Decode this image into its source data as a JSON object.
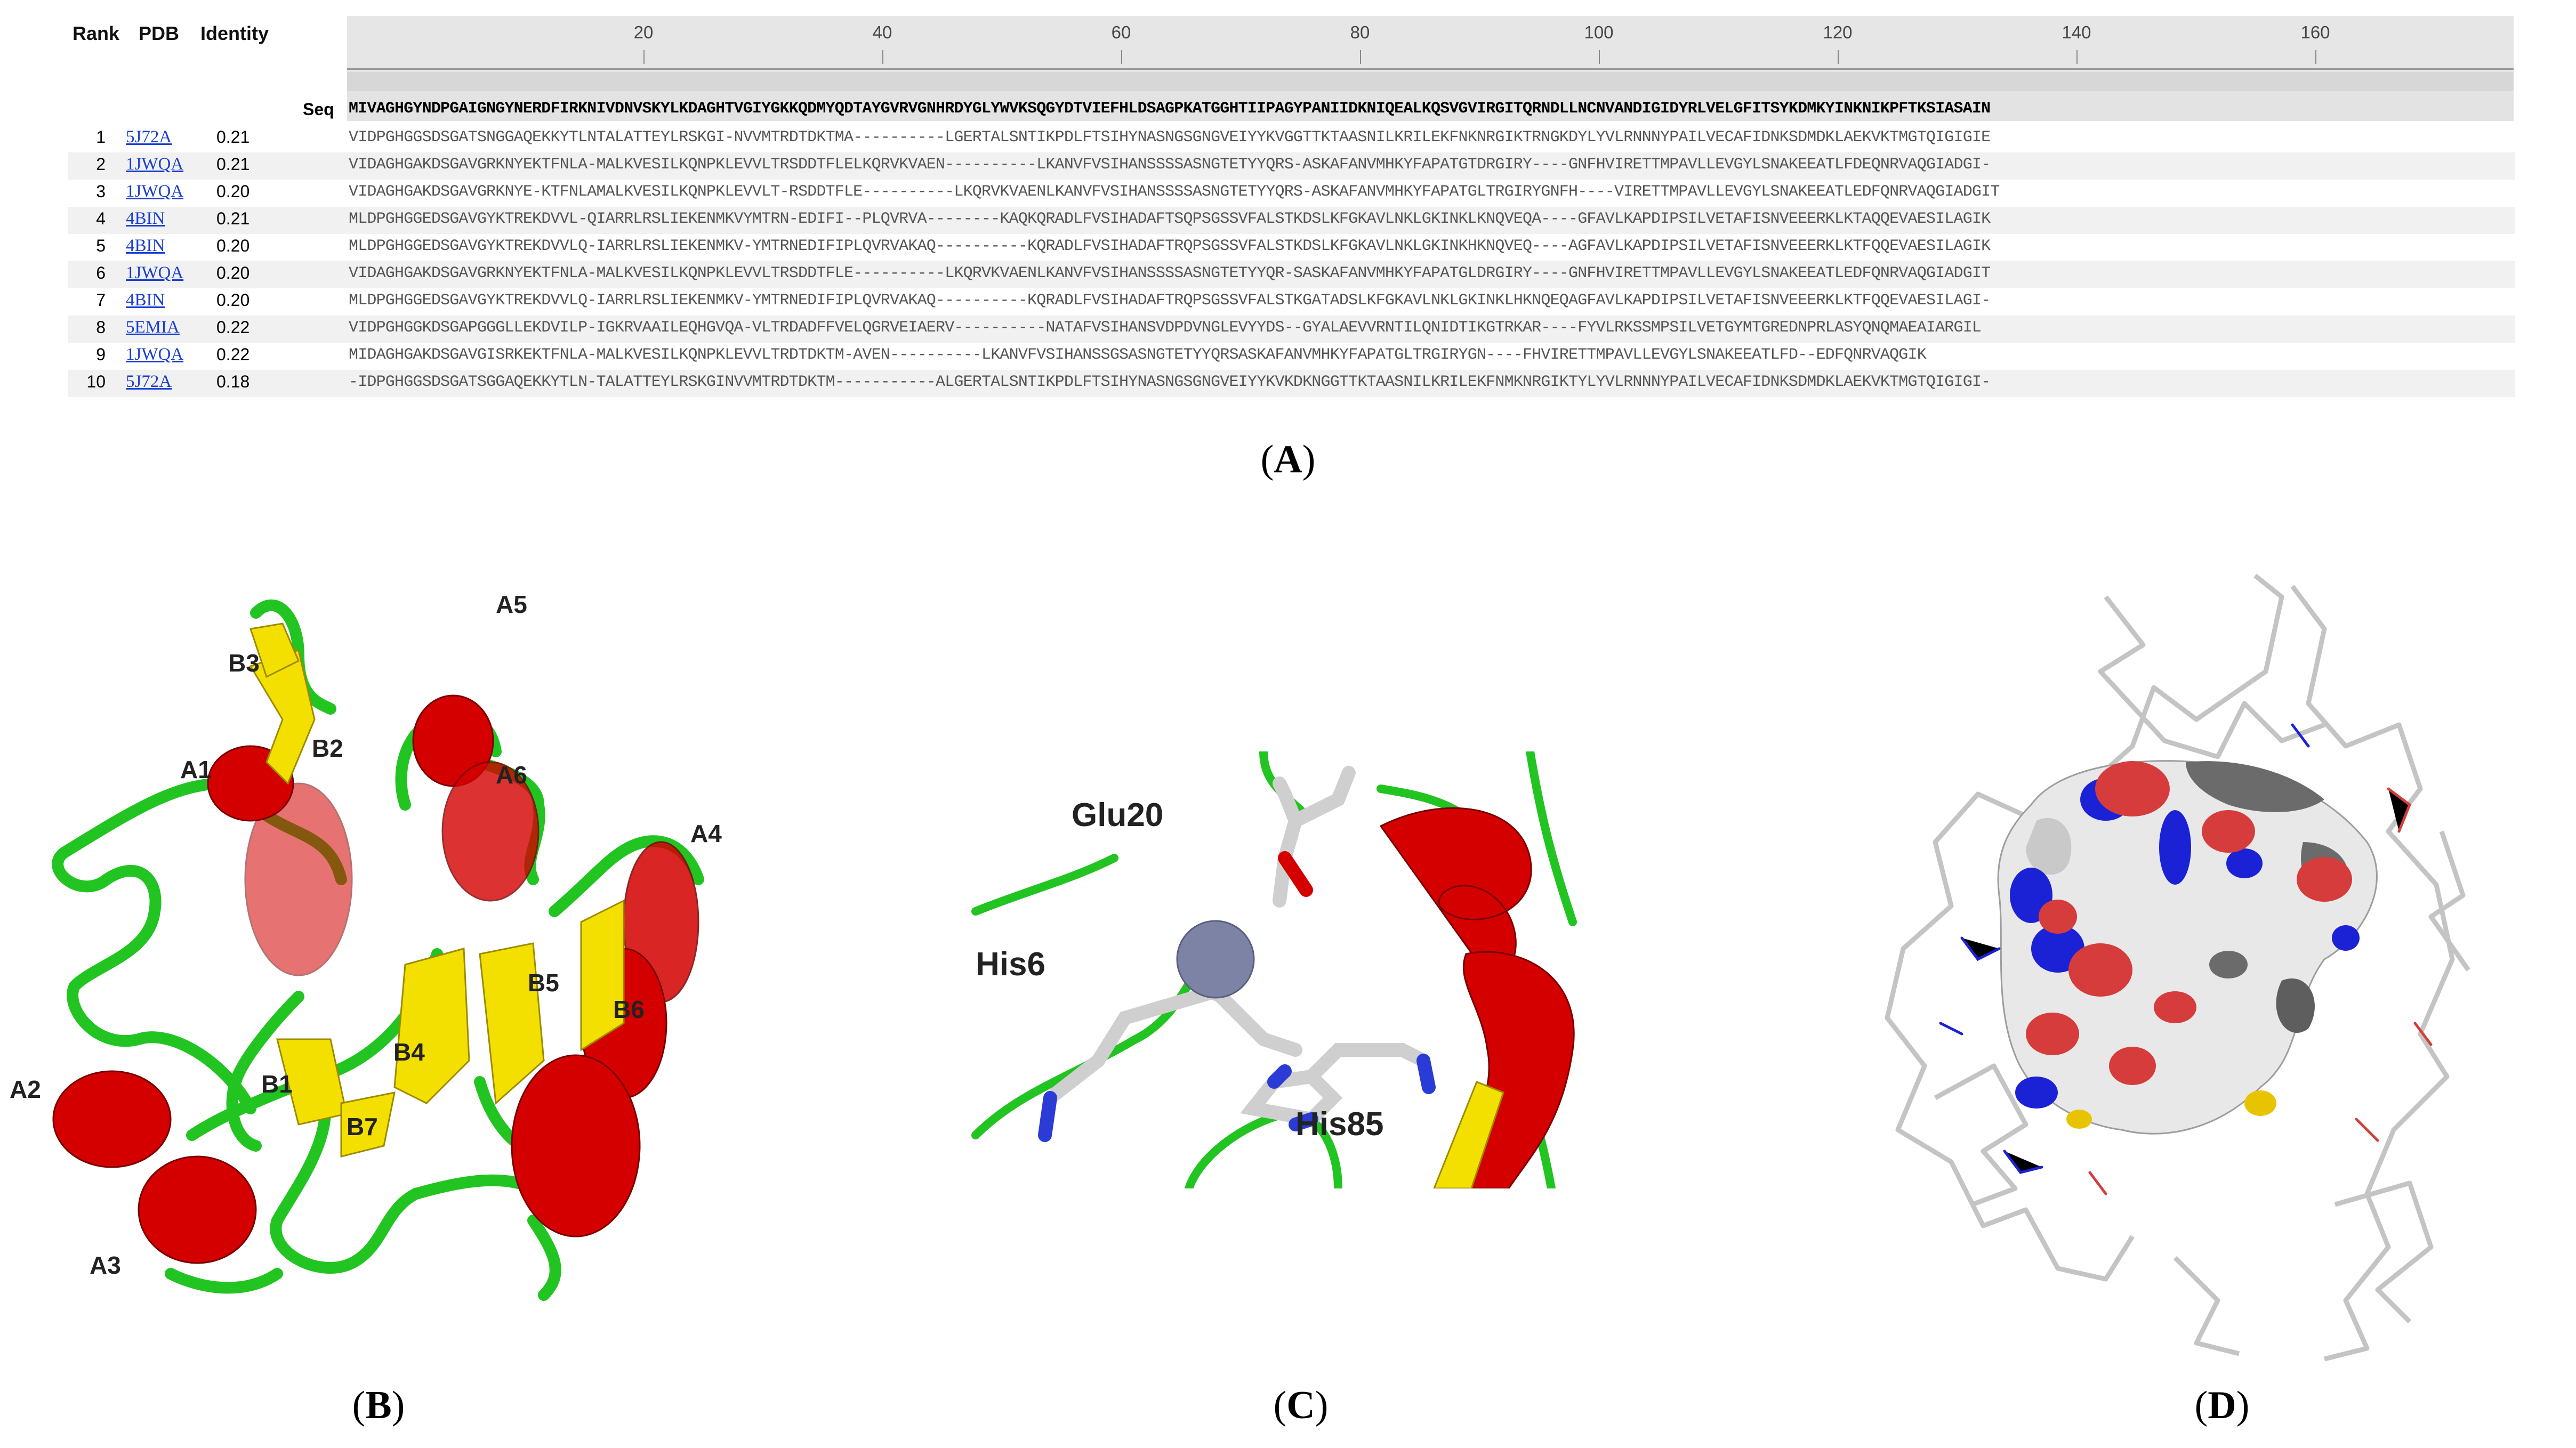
{
  "panel_a": {
    "headers": {
      "rank": "Rank",
      "pdb": "PDB",
      "identity": "Identity"
    },
    "ruler_ticks": [
      "20",
      "40",
      "60",
      "80",
      "100",
      "120",
      "140",
      "160"
    ],
    "query_label": "Seq",
    "query_sequence": "MIVAGHGYNDPGAIGNGYNERDFIRKNIVDNVSKYLKDAGHTVGIYGKKQDMYQDTAYGVRVGNHRDYGLYWVKSQGYDTVIEFHLDSAGPKATGGHTIIPAGYPANIIDKNIQEALKQSVGVIRGITQRNDLLNCNVANDIGIDYRLVELGFITSYKDMKYINKNIKPFTKSIASAIN",
    "hits": [
      {
        "rank": "1",
        "pdb": "5J72A",
        "identity": "0.21",
        "seq": "VIDPGHGGSDSGATSNGGAQEKKYTLNTALATTEYLRSKGI-NVVMTRDTDKTMA----------LGERTALSNTIKPDLFTSIHYNASNGSGNGVEIYYKVGGTTKTAASNILKRILEKFNKNRGIKTRNGKDYLYVLRNNNYPAILVECAFIDNKSDMDKLAEKVKTMGTQIGIGIE"
      },
      {
        "rank": "2",
        "pdb": "1JWQA",
        "identity": "0.21",
        "seq": "VIDAGHGAKDSGAVGRKNYEKTFNLA-MALKVESILKQNPKLEVVLTRSDDTFLELKQRVKVAEN----------LKANVFVSIHANSSSSASNGTETYYQRS-ASKAFANVMHKYFAPATGTDRGIRY----GNFHVIRETTMPAVLLEVGYLSNAKEEATLFDEQNRVAQGIADGI-"
      },
      {
        "rank": "3",
        "pdb": "1JWQA",
        "identity": "0.20",
        "seq": "VIDAGHGAKDSGAVGRKNYE-KTFNLAMALKVESILKQNPKLEVVLT-RSDDTFLE----------LKQRVKVAENLKANVFVSIHANSSSSASNGTETYYQRS-ASKAFANVMHKYFAPATGLTRGIRYGNFH----VIRETTMPAVLLEVGYLSNAKEEATLEDFQNRVAQGIADGIT"
      },
      {
        "rank": "4",
        "pdb": "4BIN",
        "identity": "0.21",
        "seq": "MLDPGHGGEDSGAVGYKTREKDVVL-QIARRLRSLIEKENMKVYMTRN-EDIFI--PLQVRVA--------KAQKQRADLFVSIHADAFTSQPSGSSVFALSTKDSLKFGKAVLNKLGKINKLKNQVEQA----GFAVLKAPDIPSILVETAFISNVEEERKLKTAQQEVAESILAGIK"
      },
      {
        "rank": "5",
        "pdb": "4BIN",
        "identity": "0.20",
        "seq": "MLDPGHGGEDSGAVGYKTREKDVVLQ-IARRLRSLIEKENMKV-YMTRNEDIFIPLQVRVAKAQ----------KQRADLFVSIHADAFTRQPSGSSVFALSTKDSLKFGKAVLNKLGKINKHKNQVEQ----AGFAVLKAPDIPSILVETAFISNVEEERKLKTFQQEVAESILAGIK"
      },
      {
        "rank": "6",
        "pdb": "1JWQA",
        "identity": "0.20",
        "seq": "VIDAGHGAKDSGAVGRKNYEKTFNLA-MALKVESILKQNPKLEVVLTRSDDTFLE----------LKQRVKVAENLKANVFVSIHANSSSSASNGTETYYQR-SASKAFANVMHKYFAPATGLDRGIRY----GNFHVIRETTMPAVLLEVGYLSNAKEEATLEDFQNRVAQGIADGIT"
      },
      {
        "rank": "7",
        "pdb": "4BIN",
        "identity": "0.20",
        "seq": "MLDPGHGGEDSGAVGYKTREKDVVLQ-IARRLRSLIEKENMKV-YMTRNEDIFIPLQVRVAKAQ----------KQRADLFVSIHADAFTRQPSGSSVFALSTKGATADSLKFGKAVLNKLGKINKLHKNQEQAGFAVLKAPDIPSILVETAFISNVEEERKLKTFQQEVAESILAGI-"
      },
      {
        "rank": "8",
        "pdb": "5EMIA",
        "identity": "0.22",
        "seq": "VIDPGHGGKDSGAPGGGLLEKDVILP-IGKRVAAILEQHGVQA-VLTRDADFFVELQGRVEIAERV----------NATAFVSIHANSVDPDVNGLEVYYDS--GYALAEVVRNTILQNIDTIKGTRKAR----FYVLRKSSMPSILVETGYMTGREDNPRLASYQNQMAEAIARGIL"
      },
      {
        "rank": "9",
        "pdb": "1JWQA",
        "identity": "0.22",
        "seq": "MIDAGHGAKDSGAVGISRKEKTFNLA-MALKVESILKQNPKLEVVLTRDTDKTM-AVEN----------LKANVFVSIHANSSGSASNGTETYYQRSASKAFANVMHKYFAPATGLTRGIRYGN----FHVIRETTMPAVLLEVGYLSNAKEEATLFD--EDFQNRVAQGIK"
      },
      {
        "rank": "10",
        "pdb": "5J72A",
        "identity": "0.18",
        "seq": "-IDPGHGGSDSGATSGGAQEKKYTLN-TALATTEYLRSKGINVVMTRDTDKTM-----------ALGERTALSNTIKPDLFTSIHYNASNGSGNGVEIYYKVKDKNGGTTKTAASNILKRILEKFNMKNRGIKTYLYVLRNNNYPAILVECAFIDNKSDMDKLAEKVKTMGTQIGIGI-"
      }
    ],
    "label": "(A)",
    "label_letter": "A"
  },
  "panel_b": {
    "label": "(B)",
    "label_letter": "B",
    "structure_labels": [
      "A1",
      "A2",
      "A3",
      "A4",
      "A5",
      "A6",
      "B1",
      "B2",
      "B3",
      "B4",
      "B5",
      "B6",
      "B7"
    ]
  },
  "panel_c": {
    "label": "(C)",
    "label_letter": "C",
    "residue_labels": [
      "Glu20",
      "His6",
      "His85"
    ]
  },
  "panel_d": {
    "label": "(D)",
    "label_letter": "D"
  },
  "colors": {
    "helix": "#d40000",
    "strand": "#f4e000",
    "coil": "#22c422",
    "zinc": "#7d83a5",
    "surface": "#e8e8e8",
    "link_blue": "#1a3fd1"
  }
}
